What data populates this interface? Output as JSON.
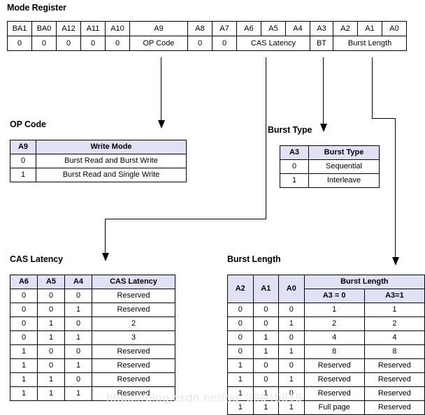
{
  "mode_register": {
    "title": "Mode Register",
    "bits": [
      "BA1",
      "BA0",
      "A12",
      "A11",
      "A10",
      "A9",
      "A8",
      "A7",
      "A6",
      "A5",
      "A4",
      "A3",
      "A2",
      "A1",
      "A0"
    ],
    "values": [
      {
        "label": "0",
        "span": 1
      },
      {
        "label": "0",
        "span": 1
      },
      {
        "label": "0",
        "span": 1
      },
      {
        "label": "0",
        "span": 1
      },
      {
        "label": "0",
        "span": 1
      },
      {
        "label": "OP Code",
        "span": 1
      },
      {
        "label": "0",
        "span": 1
      },
      {
        "label": "0",
        "span": 1
      },
      {
        "label": "CAS Latency",
        "span": 3
      },
      {
        "label": "BT",
        "span": 1
      },
      {
        "label": "Burst Length",
        "span": 3
      }
    ]
  },
  "opcode": {
    "title": "OP Code",
    "headers": [
      "A9",
      "Write Mode"
    ],
    "rows": [
      [
        "0",
        "Burst Read and Burst Write"
      ],
      [
        "1",
        "Burst Read and Single Write"
      ]
    ]
  },
  "burst_type": {
    "title": "Burst Type",
    "headers": [
      "A3",
      "Burst Type"
    ],
    "rows": [
      [
        "0",
        "Sequential"
      ],
      [
        "1",
        "Interleave"
      ]
    ]
  },
  "cas_latency": {
    "title": "CAS Latency",
    "headers": [
      "A6",
      "A5",
      "A4",
      "CAS Latency"
    ],
    "rows": [
      [
        "0",
        "0",
        "0",
        "Reserved"
      ],
      [
        "0",
        "0",
        "1",
        "Reserved"
      ],
      [
        "0",
        "1",
        "0",
        "2"
      ],
      [
        "0",
        "1",
        "1",
        "3"
      ],
      [
        "1",
        "0",
        "0",
        "Reserved"
      ],
      [
        "1",
        "0",
        "1",
        "Reserved"
      ],
      [
        "1",
        "1",
        "0",
        "Reserved"
      ],
      [
        "1",
        "1",
        "1",
        "Reserved"
      ]
    ]
  },
  "burst_length": {
    "title": "Burst Length",
    "bit_headers": [
      "A2",
      "A1",
      "A0"
    ],
    "group_header": "Burst Length",
    "sub_headers": [
      "A3 = 0",
      "A3=1"
    ],
    "rows": [
      [
        "0",
        "0",
        "0",
        "1",
        "1"
      ],
      [
        "0",
        "0",
        "1",
        "2",
        "2"
      ],
      [
        "0",
        "1",
        "0",
        "4",
        "4"
      ],
      [
        "0",
        "1",
        "1",
        "8",
        "8"
      ],
      [
        "1",
        "0",
        "0",
        "Reserved",
        "Reserved"
      ],
      [
        "1",
        "0",
        "1",
        "Reserved",
        "Reserved"
      ],
      [
        "1",
        "1",
        "0",
        "Reserved",
        "Reserved"
      ],
      [
        "1",
        "1",
        "1",
        "Full page",
        "Reserved"
      ]
    ]
  },
  "watermark": {
    "text": "https://blog.csdn.net/qq_38940815"
  },
  "colors": {
    "header_fill": "#e1e1f5",
    "border": "#000000",
    "text": "#000000"
  }
}
